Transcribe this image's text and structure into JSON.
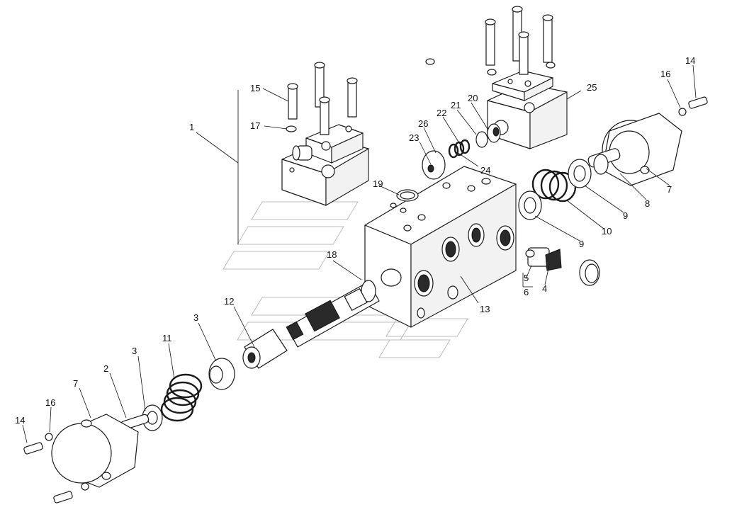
{
  "callouts": [
    {
      "id": "c1",
      "text": "1"
    },
    {
      "id": "c2",
      "text": "2"
    },
    {
      "id": "c3a",
      "text": "3"
    },
    {
      "id": "c3b",
      "text": "3"
    },
    {
      "id": "c4",
      "text": "4"
    },
    {
      "id": "c5",
      "text": "5"
    },
    {
      "id": "c6",
      "text": "6"
    },
    {
      "id": "c7a",
      "text": "7"
    },
    {
      "id": "c7b",
      "text": "7"
    },
    {
      "id": "c8",
      "text": "8"
    },
    {
      "id": "c9a",
      "text": "9"
    },
    {
      "id": "c9b",
      "text": "9"
    },
    {
      "id": "c10",
      "text": "10"
    },
    {
      "id": "c11",
      "text": "11"
    },
    {
      "id": "c12",
      "text": "12"
    },
    {
      "id": "c13",
      "text": "13"
    },
    {
      "id": "c14a",
      "text": "14"
    },
    {
      "id": "c14b",
      "text": "14"
    },
    {
      "id": "c15",
      "text": "15"
    },
    {
      "id": "c16a",
      "text": "16"
    },
    {
      "id": "c16b",
      "text": "16"
    },
    {
      "id": "c17",
      "text": "17"
    },
    {
      "id": "c18",
      "text": "18"
    },
    {
      "id": "c19",
      "text": "19"
    },
    {
      "id": "c20",
      "text": "20"
    },
    {
      "id": "c21",
      "text": "21"
    },
    {
      "id": "c22",
      "text": "22"
    },
    {
      "id": "c23",
      "text": "23"
    },
    {
      "id": "c24",
      "text": "24"
    },
    {
      "id": "c25",
      "text": "25"
    },
    {
      "id": "c26",
      "text": "26"
    }
  ]
}
